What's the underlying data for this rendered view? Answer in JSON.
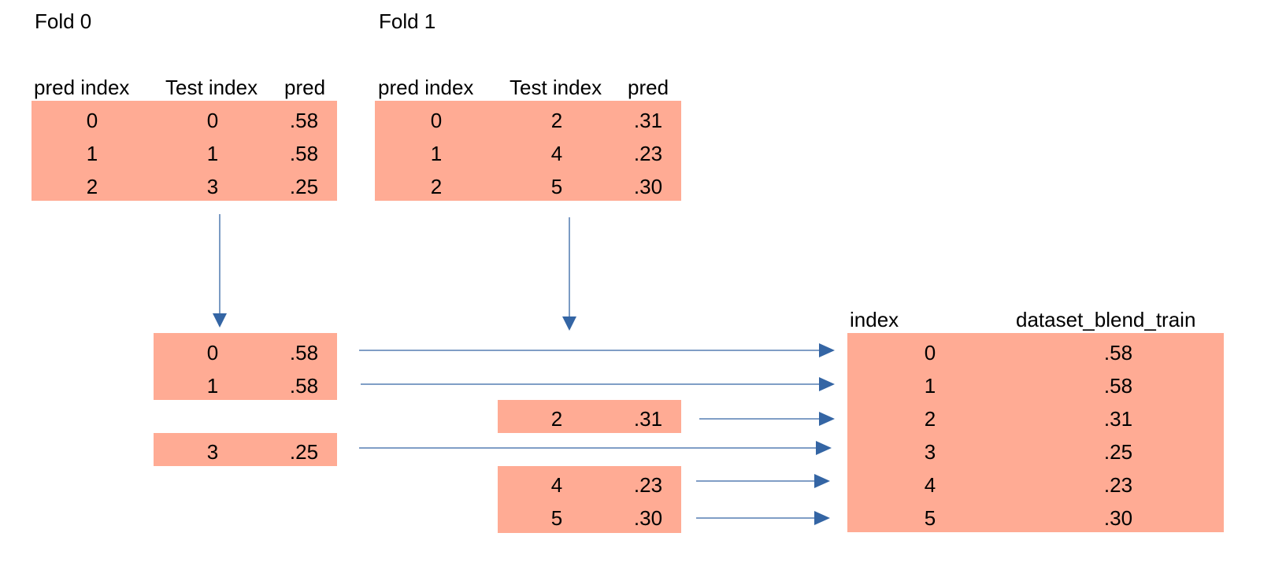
{
  "colors": {
    "cell_fill": "#ffab94",
    "arrow": "#3465a4"
  },
  "fold0": {
    "title": "Fold 0",
    "headers": [
      "pred index",
      "Test index",
      "pred"
    ],
    "rows": [
      [
        "0",
        "0",
        ".58"
      ],
      [
        "1",
        "1",
        ".58"
      ],
      [
        "2",
        "3",
        ".25"
      ]
    ],
    "mapped": [
      {
        "index": "0",
        "pred": ".58"
      },
      {
        "index": "1",
        "pred": ".58"
      },
      {
        "index": "3",
        "pred": ".25"
      }
    ]
  },
  "fold1": {
    "title": "Fold 1",
    "headers": [
      "pred index",
      "Test index",
      "pred"
    ],
    "rows": [
      [
        "0",
        "2",
        ".31"
      ],
      [
        "1",
        "4",
        ".23"
      ],
      [
        "2",
        "5",
        ".30"
      ]
    ],
    "mapped": [
      {
        "index": "2",
        "pred": ".31"
      },
      {
        "index": "4",
        "pred": ".23"
      },
      {
        "index": "5",
        "pred": ".30"
      }
    ]
  },
  "result": {
    "headers": [
      "index",
      "dataset_blend_train"
    ],
    "rows": [
      [
        "0",
        ".58"
      ],
      [
        "1",
        ".58"
      ],
      [
        "2",
        ".31"
      ],
      [
        "3",
        ".25"
      ],
      [
        "4",
        ".23"
      ],
      [
        "5",
        ".30"
      ]
    ]
  }
}
